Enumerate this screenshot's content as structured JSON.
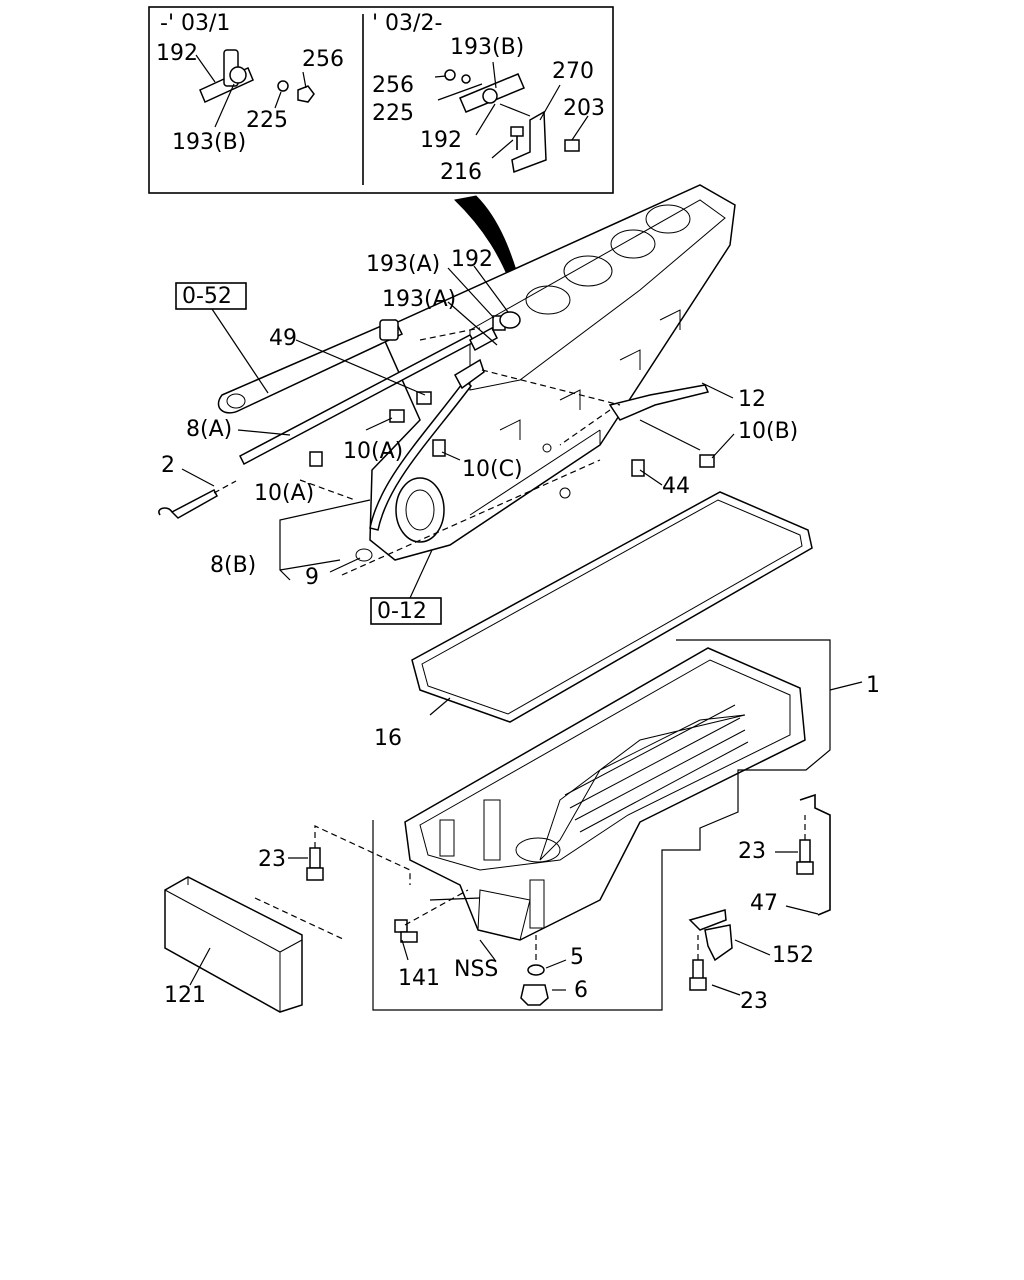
{
  "inset": {
    "left_header": "-' 03/1",
    "right_header": "' 03/2-"
  },
  "refs": {
    "ref_052": "0-52",
    "ref_012": "0-12"
  },
  "labels": {
    "in_192_l": "192",
    "in_256_l": "256",
    "in_225_l": "225",
    "in_193b_l": "193(B)",
    "in_193b_r": "193(B)",
    "in_256_r": "256",
    "in_270": "270",
    "in_225_r": "225",
    "in_203": "203",
    "in_192_r": "192",
    "in_216": "216",
    "p193a_1": "193(A)",
    "p192": "192",
    "p193a_2": "193(A)",
    "p49": "49",
    "p12": "12",
    "p8a": "8(A)",
    "p10a_1": "10(A)",
    "p10b": "10(B)",
    "p2": "2",
    "p10c": "10(C)",
    "p10a_2": "10(A)",
    "p44": "44",
    "p8b": "8(B)",
    "p9": "9",
    "p1": "1",
    "p16": "16",
    "p23_1": "23",
    "p23_2": "23",
    "p47": "47",
    "p5": "5",
    "p152": "152",
    "p141": "141",
    "pnss": "NSS",
    "p6": "6",
    "p121": "121",
    "p23_3": "23"
  }
}
